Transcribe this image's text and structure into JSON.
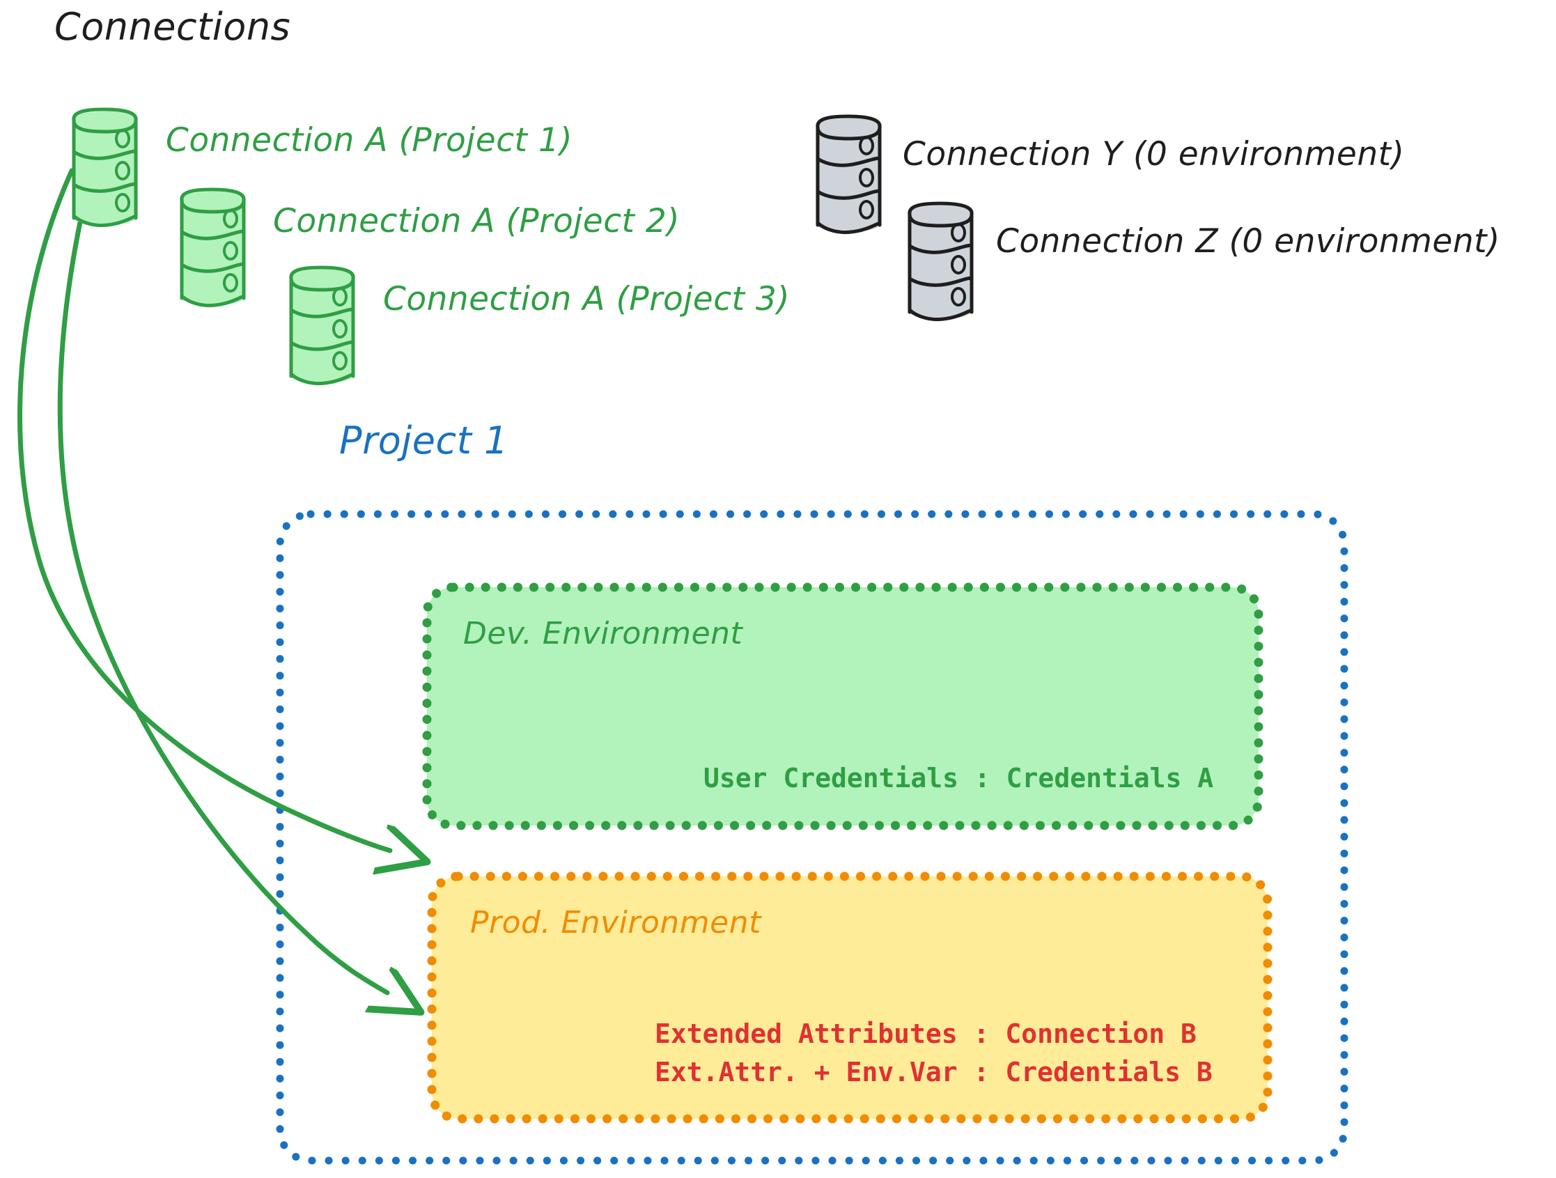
{
  "diagram": {
    "heading": "Connections",
    "colors": {
      "green_stroke": "#2f9e44",
      "green_fill": "#b2f2bb",
      "gray_stroke": "#1e1e1e",
      "gray_fill": "#ced4da",
      "blue": "#1971c2",
      "orange": "#f08c00",
      "yellow_fill": "#ffec99",
      "red": "#e03131",
      "black": "#1e1e1e"
    },
    "connections_green": [
      {
        "label": "Connection A (Project 1)"
      },
      {
        "label": "Connection A (Project 2)"
      },
      {
        "label": "Connection A (Project 3)"
      }
    ],
    "connections_gray": [
      {
        "label": "Connection Y (0 environment)"
      },
      {
        "label": "Connection Z (0 environment)"
      }
    ],
    "project": {
      "title": "Project 1",
      "environments": [
        {
          "name": "Dev. Environment",
          "lines": [
            "User Credentials : Credentials A"
          ]
        },
        {
          "name": "Prod. Environment",
          "lines": [
            "Extended Attributes : Connection B",
            "Ext.Attr. + Env.Var : Credentials B"
          ]
        }
      ]
    }
  }
}
